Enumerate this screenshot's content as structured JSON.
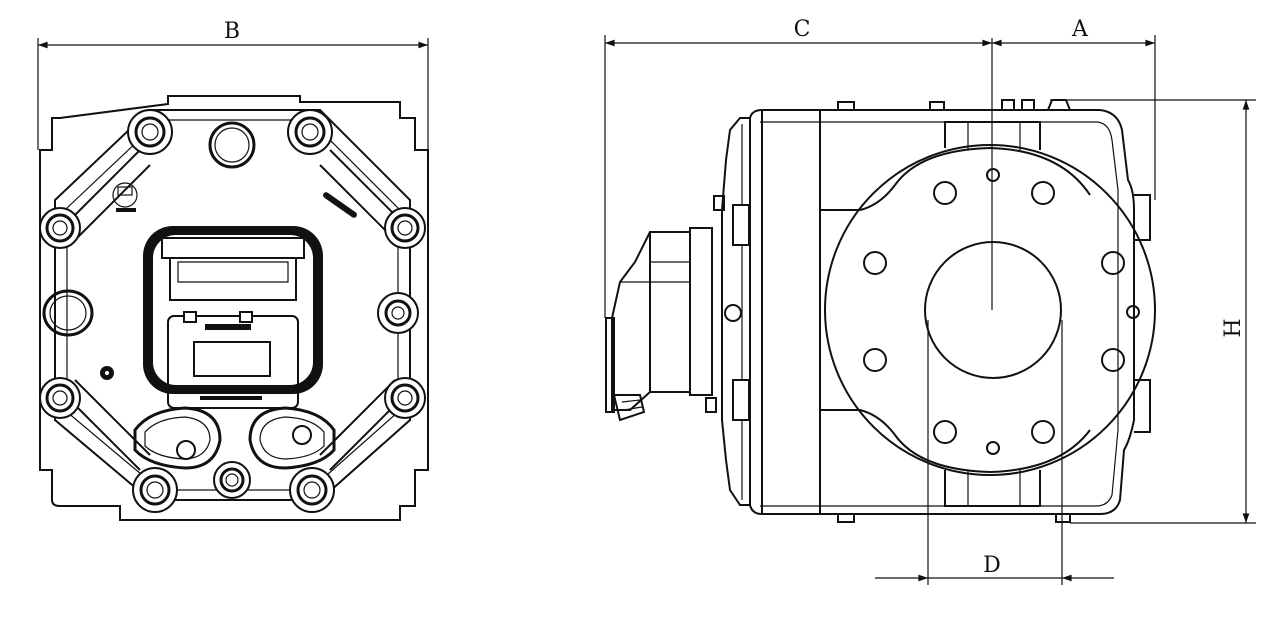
{
  "dimension_labels": {
    "b": "B",
    "c": "C",
    "a": "A",
    "h": "H",
    "d": "D"
  },
  "colors": {
    "line": "#111111",
    "background": "#ffffff"
  }
}
